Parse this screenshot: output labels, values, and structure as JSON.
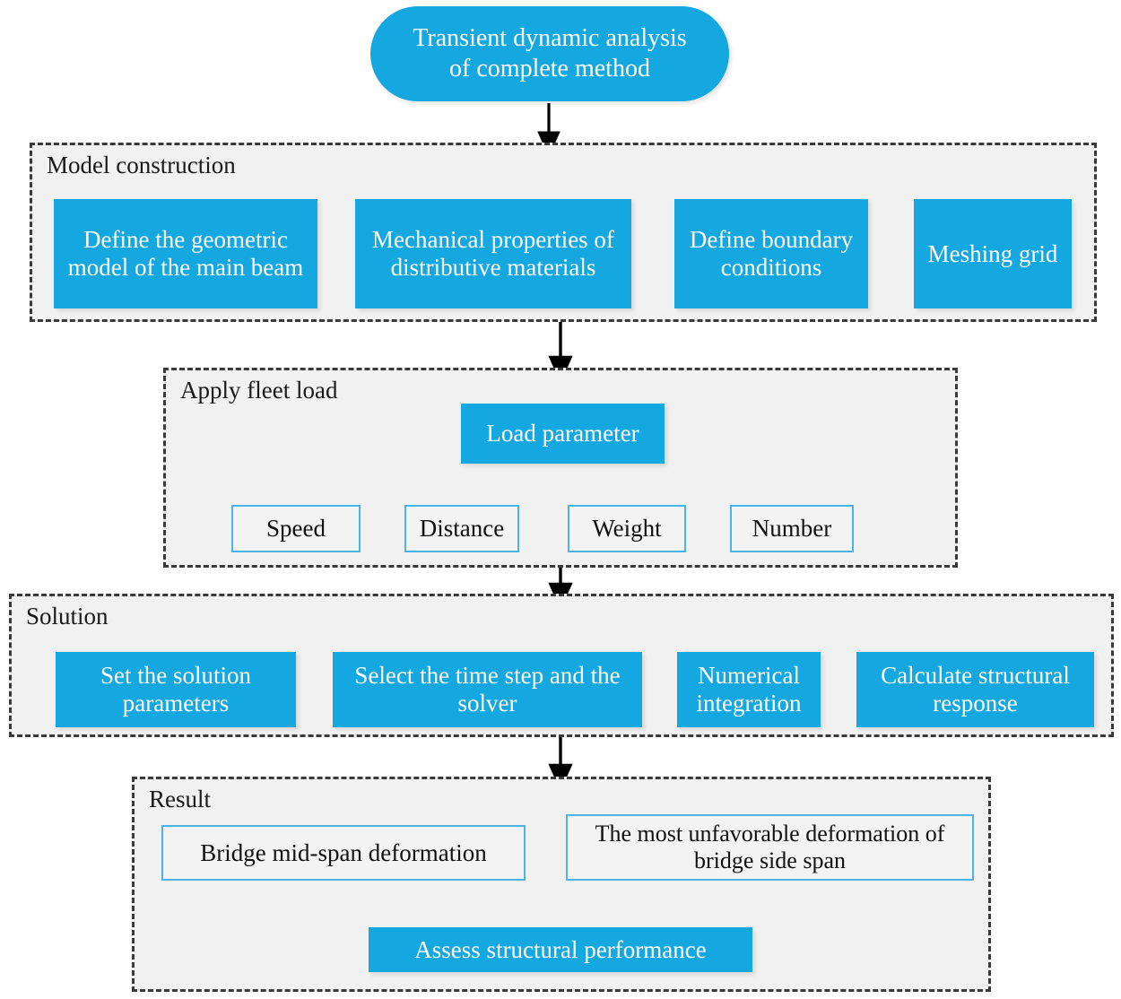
{
  "diagram": {
    "title_node": {
      "label": "Transient dynamic analysis\nof  complete method"
    },
    "colors": {
      "accent_blue": "#14a7e0",
      "outline_blue": "#4ab4e8",
      "group_fill": "#f1f1f1",
      "group_border": "#3a3a3a",
      "text_on_blue": "#ffffff",
      "text_dark": "#111111"
    },
    "sections": [
      {
        "key": "model_construction",
        "title": "Model construction",
        "nodes": [
          "Define the geometric model of the main beam",
          "Mechanical properties of distributive materials",
          "Define boundary conditions",
          "Meshing grid"
        ]
      },
      {
        "key": "apply_fleet_load",
        "title": "Apply fleet load",
        "parent_node": "Load parameter",
        "nodes": [
          "Speed",
          "Distance",
          "Weight",
          "Number"
        ]
      },
      {
        "key": "solution",
        "title": "Solution",
        "nodes": [
          "Set the solution parameters",
          "Select the time step and the solver",
          "Numerical integration",
          "Calculate structural response"
        ]
      },
      {
        "key": "result",
        "title": "Result",
        "nodes": [
          "Bridge mid-span deformation",
          "The most unfavorable deformation of bridge side span"
        ],
        "final_node": "Assess structural performance"
      }
    ]
  }
}
